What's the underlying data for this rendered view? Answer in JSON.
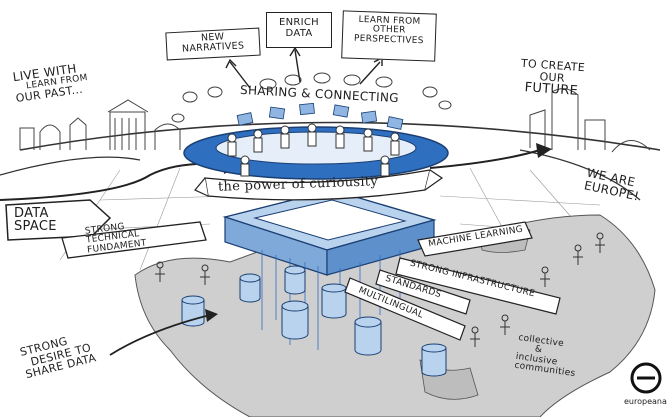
{
  "top_boxes": [
    {
      "lines": [
        "NEW",
        "NARRATIVES"
      ]
    },
    {
      "lines": [
        "ENRICH",
        "DATA"
      ]
    },
    {
      "lines": [
        "LEARN FROM",
        "OTHER",
        "PERSPECTIVES"
      ]
    }
  ],
  "left_top": {
    "lines": [
      "LIVE WITH",
      "LEARN FROM",
      "OUR PAST..."
    ]
  },
  "right_top": {
    "lines": [
      "TO CREATE",
      "OUR",
      "FUTURE"
    ]
  },
  "sharing": "SHARING & CONNECTING",
  "banner": "the power of curiousity",
  "data_space": {
    "lines": [
      "DATA",
      "SPACE"
    ]
  },
  "strong_tech": {
    "lines": [
      "STRONG",
      "TECHNICAL",
      "FUNDAMENT"
    ]
  },
  "we_are": {
    "lines": [
      "WE ARE",
      "EUROPE!"
    ]
  },
  "pillars": [
    "MACHINE LEARNING",
    "STRONG INFRASTRUCTURE",
    "STANDARDS",
    "MULTILINGUAL"
  ],
  "strong_desire": {
    "lines": [
      "STRONG",
      "DESIRE TO",
      "SHARE DATA"
    ]
  },
  "collective": {
    "lines": [
      "collective",
      "&",
      "inclusive",
      "communities"
    ]
  },
  "logo_word": "europeana",
  "colors": {
    "accent_blue": "#2f6fc0",
    "light_blue": "#b9d3ee",
    "ink": "#1e1e1e",
    "map_gray": "#cfcfcf"
  }
}
